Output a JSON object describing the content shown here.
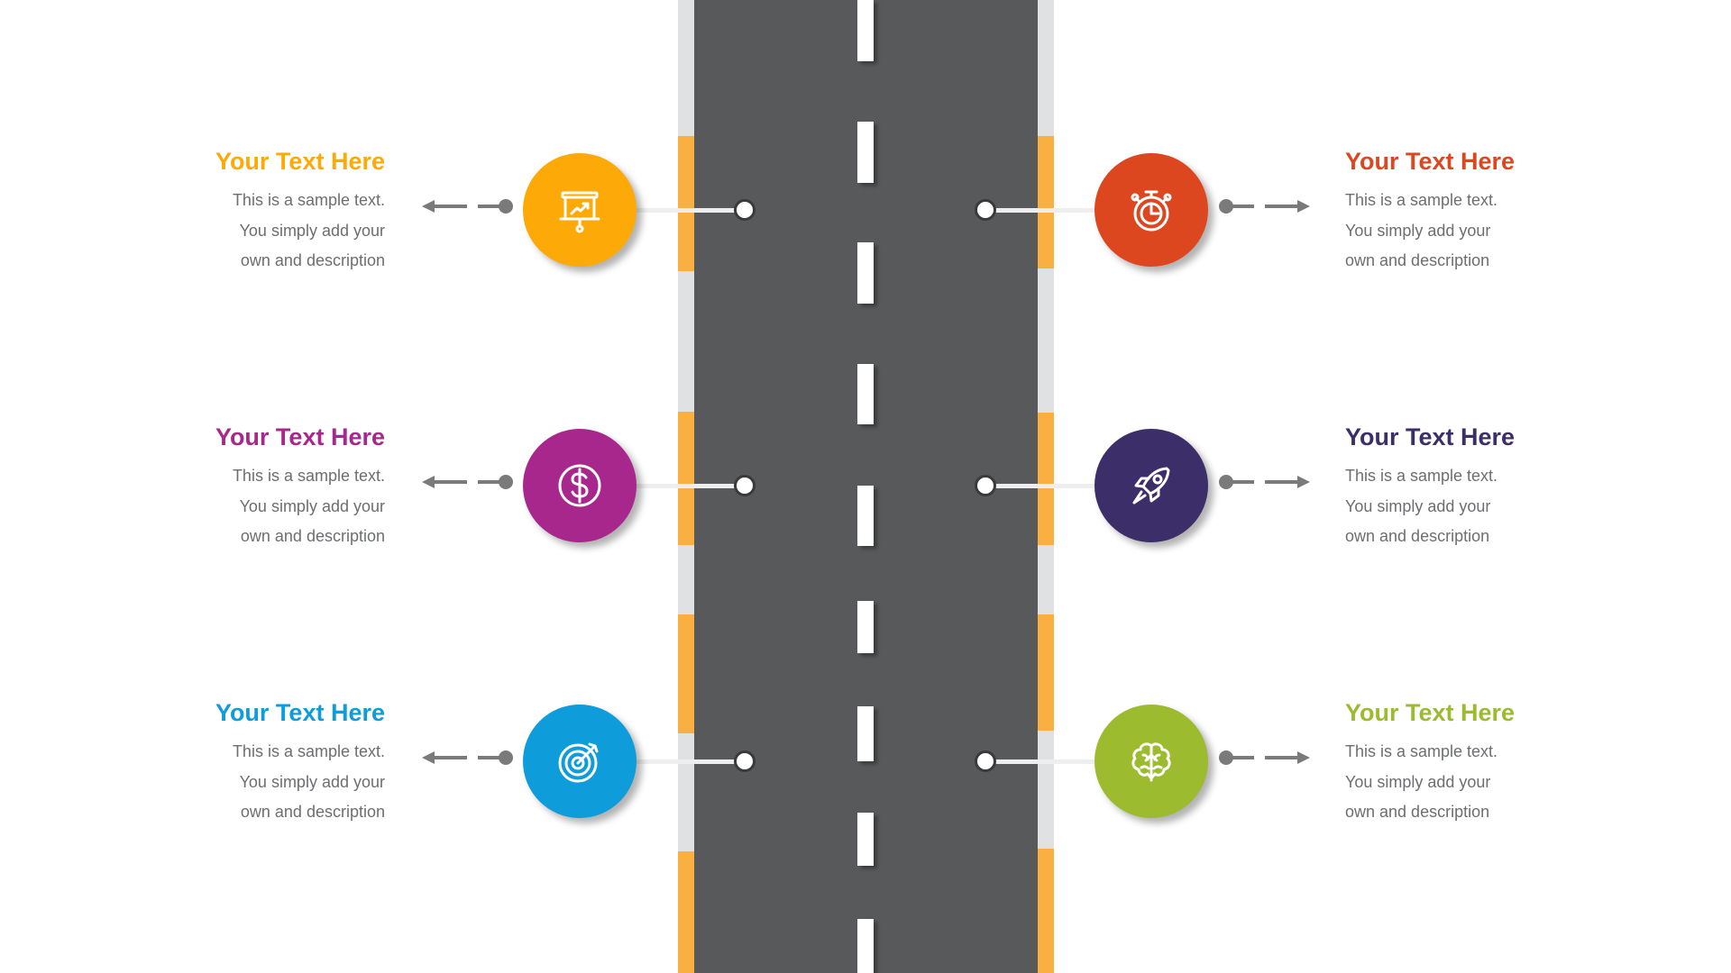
{
  "items": [
    {
      "side": "left",
      "title": "Your Text Here",
      "lines": [
        "This is a sample text.",
        "You simply add your",
        "own and description"
      ],
      "color": "#fdaa08",
      "icon": "presentation-chart-icon"
    },
    {
      "side": "left",
      "title": "Your Text Here",
      "lines": [
        "This is a sample text.",
        "You simply add your",
        "own and description"
      ],
      "color": "#a8278c",
      "icon": "dollar-icon"
    },
    {
      "side": "left",
      "title": "Your Text Here",
      "lines": [
        "This is a sample text.",
        "You simply add your",
        "own and description"
      ],
      "color": "#0e9cdb",
      "icon": "target-icon"
    },
    {
      "side": "right",
      "title": "Your Text Here",
      "lines": [
        "This is a sample text.",
        "You simply add your",
        "own and description"
      ],
      "color": "#dd4720",
      "icon": "stopwatch-icon"
    },
    {
      "side": "right",
      "title": "Your Text Here",
      "lines": [
        "This is a sample text.",
        "You simply add your",
        "own and description"
      ],
      "color": "#3c2e68",
      "icon": "rocket-icon"
    },
    {
      "side": "right",
      "title": "Your Text Here",
      "lines": [
        "This is a sample text.",
        "You simply add your",
        "own and description"
      ],
      "color": "#9cbb2f",
      "icon": "brain-icon"
    }
  ],
  "colors": {
    "road": "#58595b",
    "shoulder": "#e0e1e3",
    "shoulder_band": "#f9b040"
  }
}
